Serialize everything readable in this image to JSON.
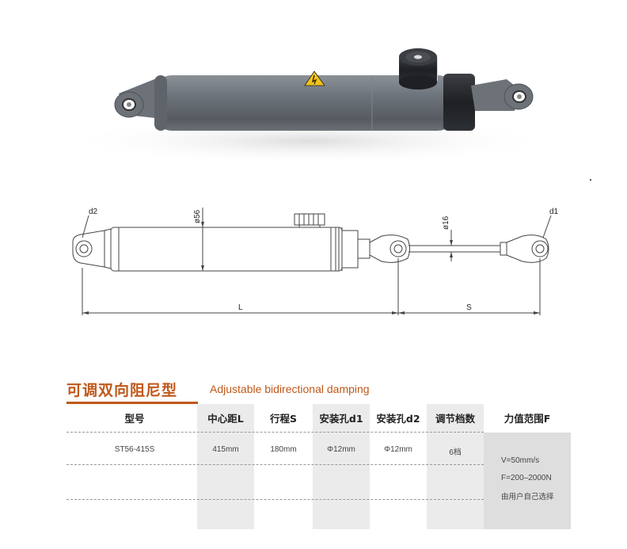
{
  "photo": {
    "warning_icon": "warning-triangle-icon"
  },
  "drawing": {
    "label_d2": "d2",
    "label_d1": "d1",
    "label_phi56": "ø56",
    "label_phi16": "ø16",
    "label_L": "L",
    "label_S": "S"
  },
  "title": {
    "cn": "可调双向阻尼型",
    "en": "Adjustable bidirectional damping"
  },
  "table": {
    "headers": [
      "型号",
      "中心距L",
      "行程S",
      "安装孔d1",
      "安装孔d2",
      "调节档数",
      "力值范围F"
    ],
    "row": [
      "ST56-415S",
      "415mm",
      "180mm",
      "Φ12mm",
      "Φ12mm",
      "6档"
    ],
    "force_lines": [
      "V=50mm/s",
      "F=200–2000N",
      "由用户自己选择"
    ]
  },
  "colors": {
    "accent": "#c0581a",
    "cylinder": "#6f757c",
    "shade": "#ebebeb"
  }
}
